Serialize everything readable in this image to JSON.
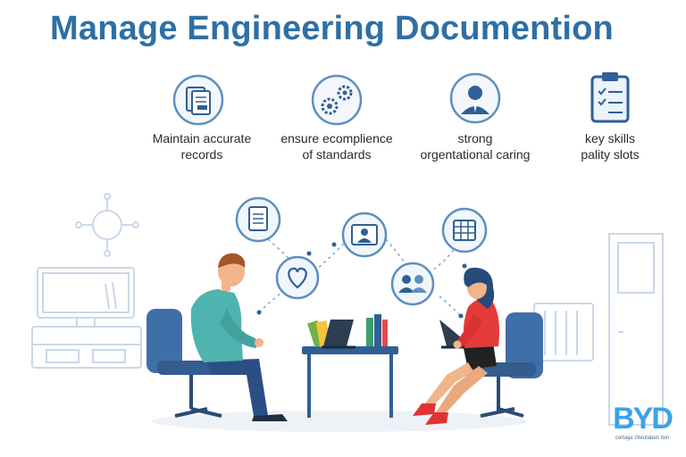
{
  "header": {
    "title": "Manage Engineering Documention"
  },
  "features": [
    {
      "line1": "Maintain accurate",
      "line2": "records",
      "icon": "document-stack-icon"
    },
    {
      "line1": "ensure ecomplience",
      "line2": "of standards",
      "icon": "gears-icon"
    },
    {
      "line1": "strong",
      "line2": "orgentational caring",
      "icon": "person-icon"
    },
    {
      "line1": "key skills",
      "line2": "pality slots",
      "icon": "clipboard-checklist-icon"
    }
  ],
  "scene": {
    "bubble_icons": [
      "document-icon",
      "heart-icon",
      "user-card-icon",
      "team-icon",
      "grid-calendar-icon"
    ]
  },
  "brand": {
    "logo_text": "BYD",
    "tagline": "cortage Gleutaben tion"
  },
  "colors": {
    "title": "#2f6fa4",
    "accent_blue": "#2f5f95",
    "icon_ring": "#5d8fbe",
    "line_art": "#c9d8e8",
    "man_shirt": "#4fb3b0",
    "woman_top": "#e53a3a",
    "chair": "#3f6fa8",
    "logo": "#3ba3e8"
  }
}
